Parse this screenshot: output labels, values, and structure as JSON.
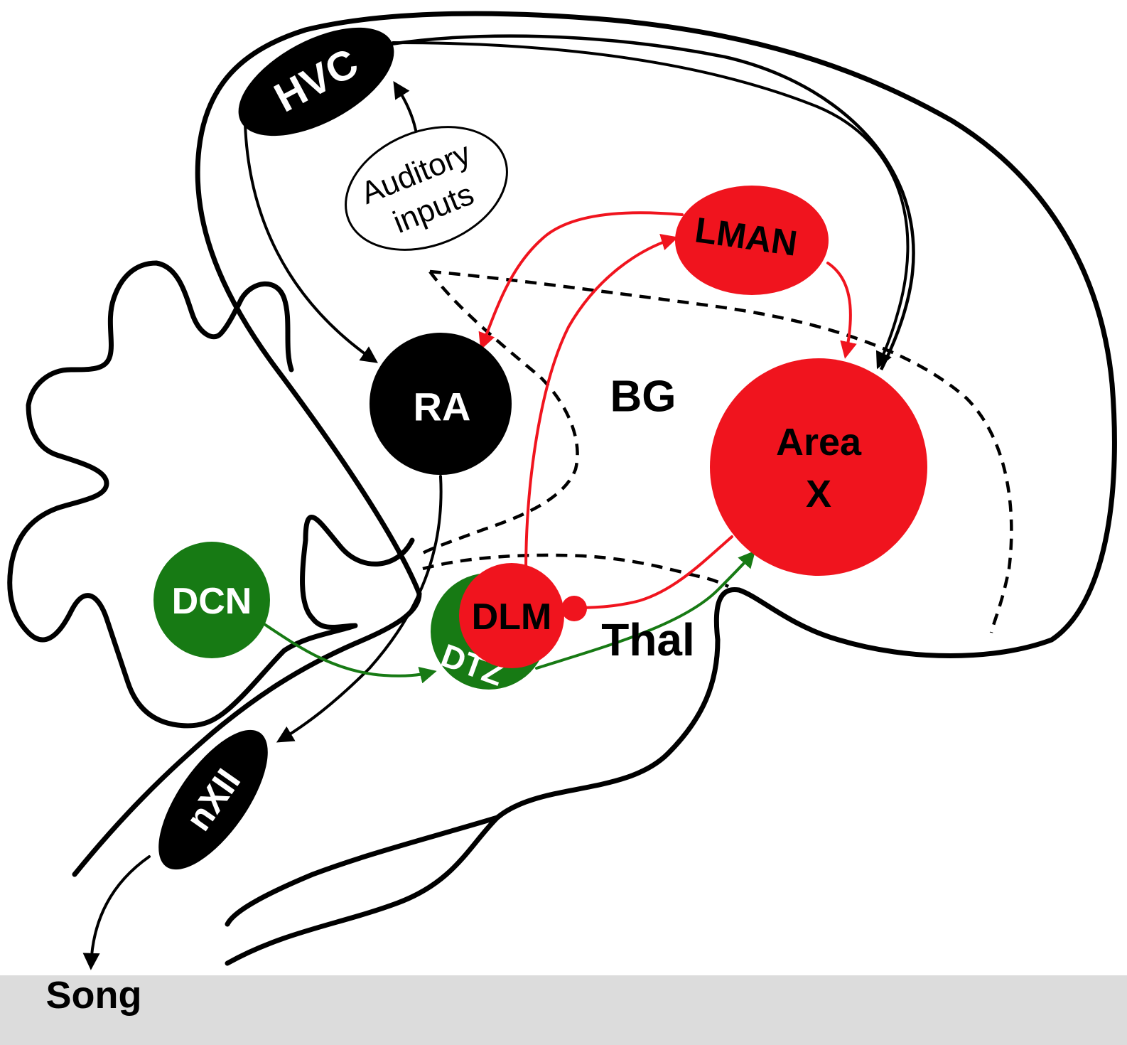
{
  "regions": {
    "hvc": "HVC",
    "auditory_inputs_line1": "Auditory",
    "auditory_inputs_line2": "inputs",
    "lman": "LMAN",
    "ra": "RA",
    "bg": "BG",
    "area_x_line1": "Area",
    "area_x_line2": "X",
    "dcn": "DCN",
    "dlm": "DLM",
    "dtz": "DTZ",
    "thal": "Thal",
    "nxii": "nXII"
  },
  "output_label": "Song",
  "colors": {
    "black": "#000000",
    "red": "#f0141e",
    "green": "#177a14",
    "footer_band": "#dcdcdc",
    "white": "#ffffff"
  }
}
